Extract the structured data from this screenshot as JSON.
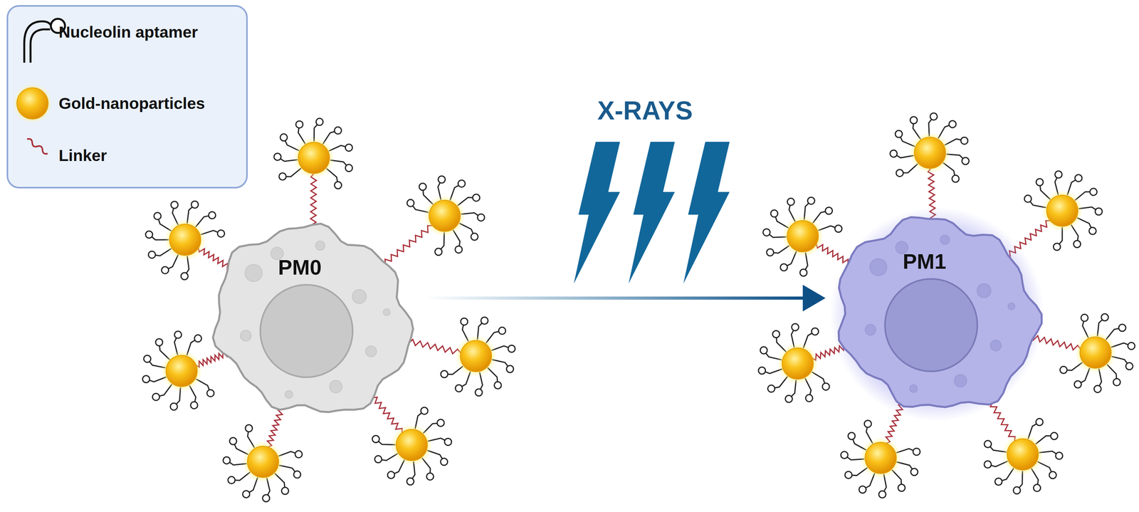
{
  "diagram": {
    "nodes": [
      {
        "text": [
          "PM0"
        ]
      },
      {
        "text": [
          "PM1"
        ]
      }
    ],
    "edges": [
      {
        "from": 0,
        "to": 1,
        "arrow": "to",
        "label": "X-RAYS"
      }
    ],
    "legend": [
      {
        "text": "Nucleolin aptamer"
      },
      {
        "text": "Gold-nanoparticles"
      },
      {
        "text": "Linker"
      }
    ]
  }
}
